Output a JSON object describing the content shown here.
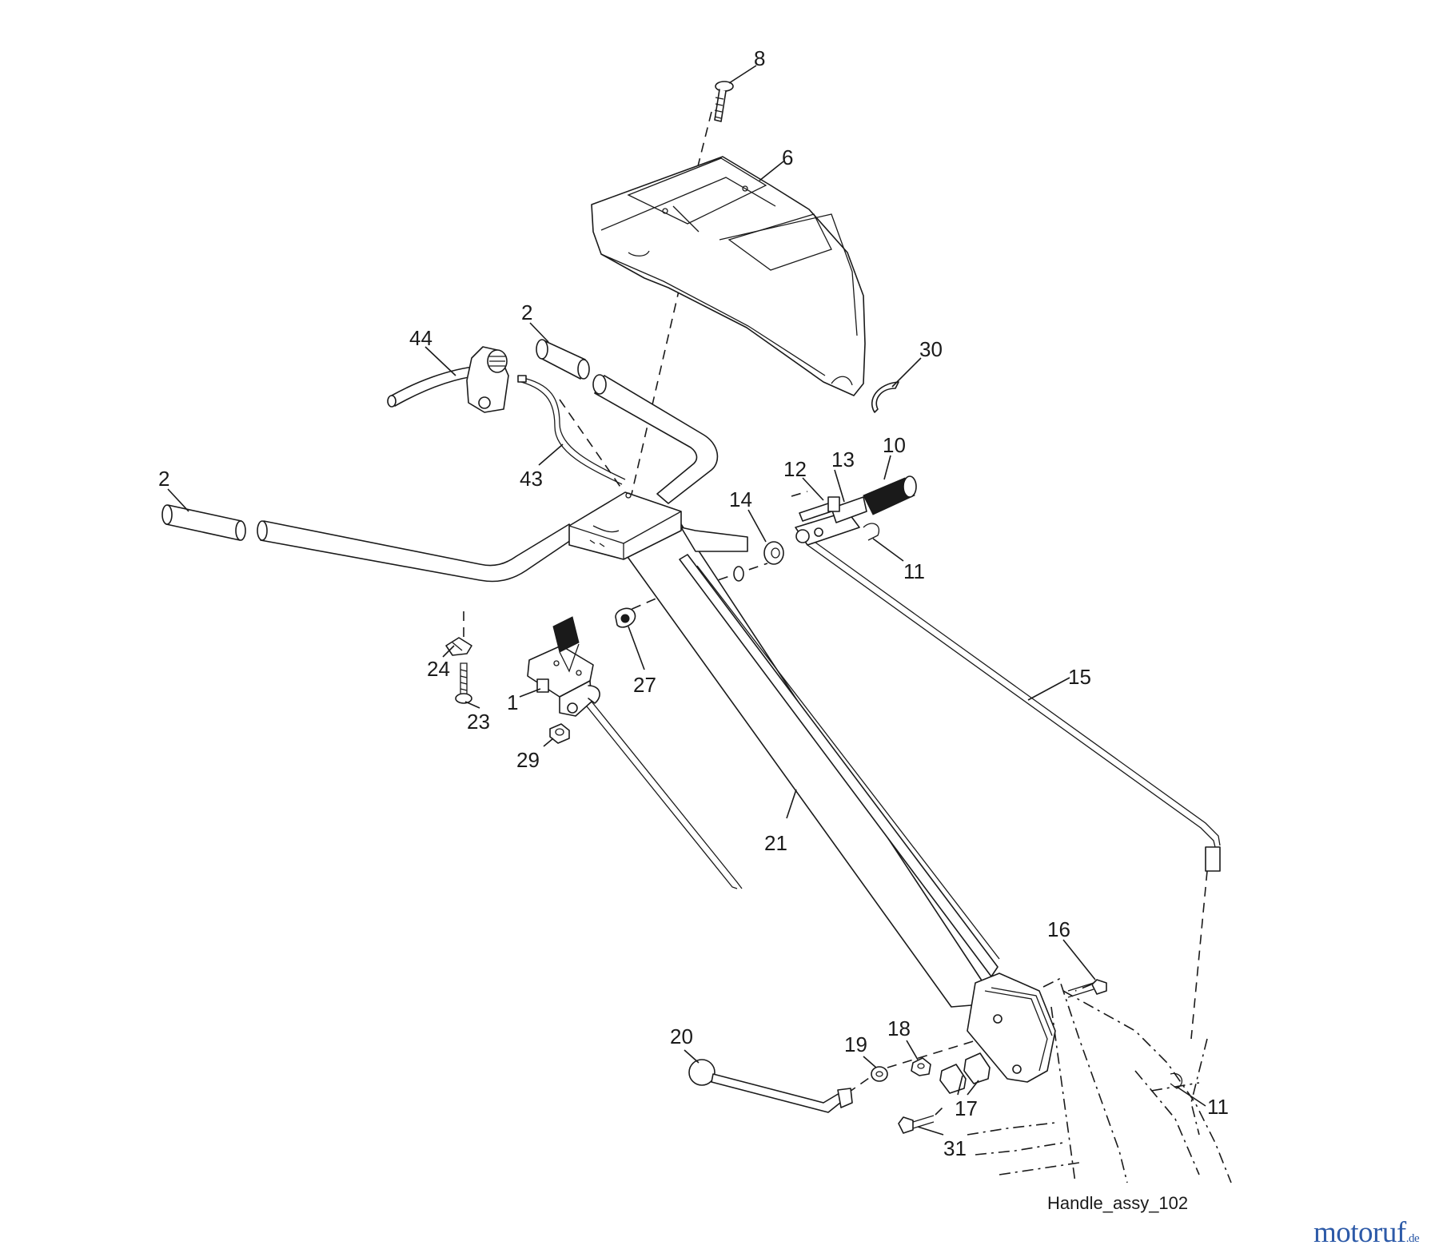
{
  "diagram": {
    "caption": "Handle_assy_102",
    "watermark": {
      "name": "motoruf",
      "suffix": ".de",
      "color": "#2d5aa8"
    },
    "callouts": [
      {
        "id": "c8",
        "label": "8"
      },
      {
        "id": "c6",
        "label": "6"
      },
      {
        "id": "c2a",
        "label": "2"
      },
      {
        "id": "c44",
        "label": "44"
      },
      {
        "id": "c30",
        "label": "30"
      },
      {
        "id": "c10",
        "label": "10"
      },
      {
        "id": "c13",
        "label": "13"
      },
      {
        "id": "c12",
        "label": "12"
      },
      {
        "id": "c14",
        "label": "14"
      },
      {
        "id": "c43",
        "label": "43"
      },
      {
        "id": "c2b",
        "label": "2"
      },
      {
        "id": "c11a",
        "label": "11"
      },
      {
        "id": "c15",
        "label": "15"
      },
      {
        "id": "c24",
        "label": "24"
      },
      {
        "id": "c27",
        "label": "27"
      },
      {
        "id": "c1",
        "label": "1"
      },
      {
        "id": "c23",
        "label": "23"
      },
      {
        "id": "c29",
        "label": "29"
      },
      {
        "id": "c21",
        "label": "21"
      },
      {
        "id": "c16",
        "label": "16"
      },
      {
        "id": "c20",
        "label": "20"
      },
      {
        "id": "c18",
        "label": "18"
      },
      {
        "id": "c19",
        "label": "19"
      },
      {
        "id": "c17",
        "label": "17"
      },
      {
        "id": "c11b",
        "label": "11"
      },
      {
        "id": "c31",
        "label": "31"
      }
    ]
  }
}
